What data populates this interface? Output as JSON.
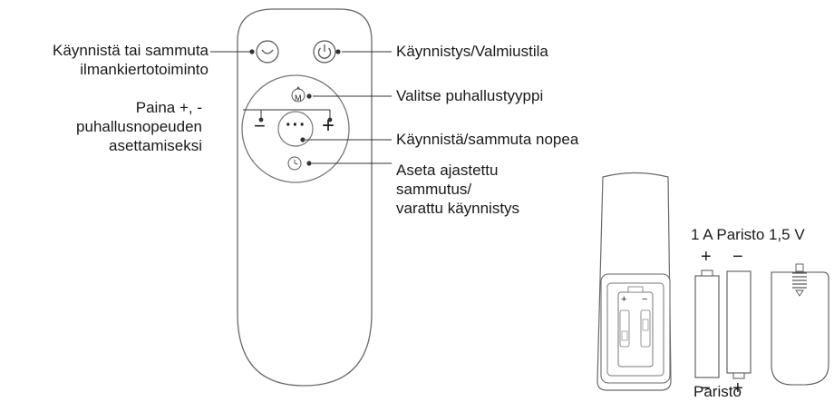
{
  "remote": {
    "labels": {
      "fan_mode": [
        "Käynnistä tai sammuta",
        "ilmankiertotoiminto"
      ],
      "speed": [
        "Paina +, -",
        "puhallusnopeuden",
        "asettamiseksi"
      ],
      "power": "Käynnistys/Valmiustila",
      "mode": "Valitse puhallustyyppi",
      "quick": "Käynnistä/sammuta nopea",
      "timer": [
        "Aseta ajastettu",
        "sammutus/",
        "varattu käynnistys"
      ]
    },
    "buttons": {
      "minus": "−",
      "plus": "+",
      "quick": "···",
      "mode": "M"
    }
  },
  "battery": {
    "title": "1 A Paristo 1,5 V",
    "caption": "Paristo",
    "signs": {
      "plus": "+",
      "minus": "−"
    }
  }
}
